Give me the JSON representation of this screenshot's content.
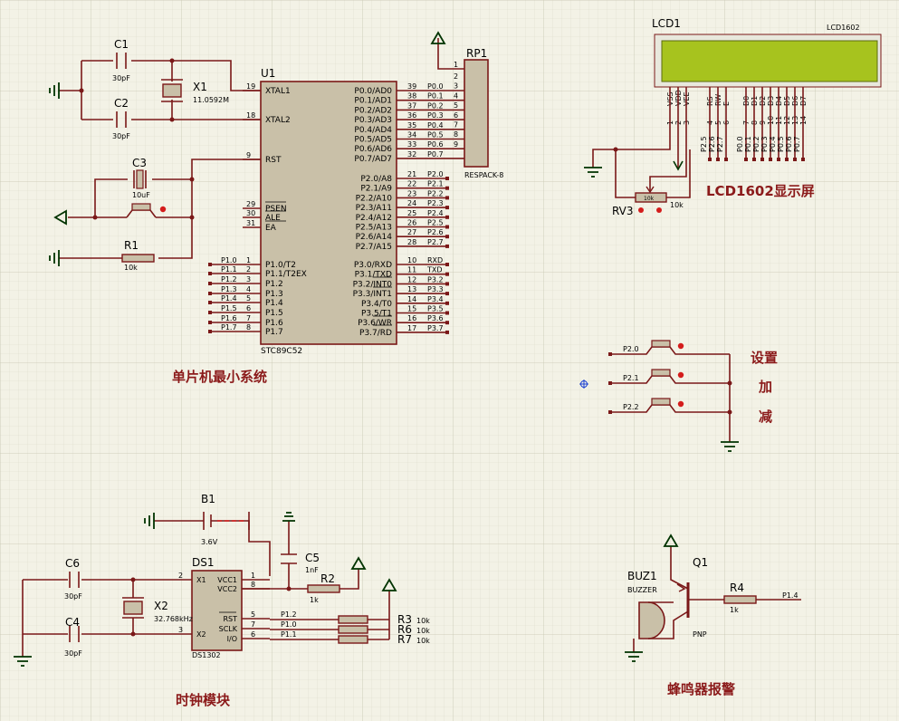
{
  "sections": {
    "mcu_title": "单片机最小系统",
    "clock_title": "时钟模块",
    "buzzer_title": "蜂鸣器报警",
    "lcd_title": "LCD1602显示屏"
  },
  "mcu": {
    "ref": "U1",
    "part": "STC89C52",
    "left_pins": [
      {
        "num": "19",
        "name": "XTAL1"
      },
      {
        "num": "18",
        "name": "XTAL2"
      },
      {
        "num": "9",
        "name": "RST"
      },
      {
        "num": "29",
        "name": "PSEN"
      },
      {
        "num": "30",
        "name": "ALE"
      },
      {
        "num": "31",
        "name": "EA"
      },
      {
        "num": "1",
        "name": "P1.0/T2"
      },
      {
        "num": "2",
        "name": "P1.1/T2EX"
      },
      {
        "num": "3",
        "name": "P1.2"
      },
      {
        "num": "4",
        "name": "P1.3"
      },
      {
        "num": "5",
        "name": "P1.4"
      },
      {
        "num": "6",
        "name": "P1.5"
      },
      {
        "num": "7",
        "name": "P1.6"
      },
      {
        "num": "8",
        "name": "P1.7"
      }
    ],
    "left_nets": [
      "P1.0",
      "P1.1",
      "P1.2",
      "P1.3",
      "P1.4",
      "P1.5",
      "P1.6",
      "P1.7"
    ],
    "right_pins_p0": [
      {
        "num": "39",
        "name": "P0.0/AD0",
        "net": "P0.0"
      },
      {
        "num": "38",
        "name": "P0.1/AD1",
        "net": "P0.1"
      },
      {
        "num": "37",
        "name": "P0.2/AD2",
        "net": "P0.2"
      },
      {
        "num": "36",
        "name": "P0.3/AD3",
        "net": "P0.3"
      },
      {
        "num": "35",
        "name": "P0.4/AD4",
        "net": "P0.4"
      },
      {
        "num": "34",
        "name": "P0.5/AD5",
        "net": "P0.5"
      },
      {
        "num": "33",
        "name": "P0.6/AD6",
        "net": "P0.6"
      },
      {
        "num": "32",
        "name": "P0.7/AD7",
        "net": "P0.7"
      }
    ],
    "right_pins_p2": [
      {
        "num": "21",
        "name": "P2.0/A8",
        "net": "P2.0"
      },
      {
        "num": "22",
        "name": "P2.1/A9",
        "net": "P2.1"
      },
      {
        "num": "23",
        "name": "P2.2/A10",
        "net": "P2.2"
      },
      {
        "num": "24",
        "name": "P2.3/A11",
        "net": "P2.3"
      },
      {
        "num": "25",
        "name": "P2.4/A12",
        "net": "P2.4"
      },
      {
        "num": "26",
        "name": "P2.5/A13",
        "net": "P2.5"
      },
      {
        "num": "27",
        "name": "P2.6/A14",
        "net": "P2.6"
      },
      {
        "num": "28",
        "name": "P2.7/A15",
        "net": "P2.7"
      }
    ],
    "right_pins_p3": [
      {
        "num": "10",
        "name": "P3.0/RXD",
        "net": "RXD"
      },
      {
        "num": "11",
        "name": "P3.1/TXD",
        "net": "TXD"
      },
      {
        "num": "12",
        "name": "P3.2/INT0",
        "net": "P3.2"
      },
      {
        "num": "13",
        "name": "P3.3/INT1",
        "net": "P3.3"
      },
      {
        "num": "14",
        "name": "P3.4/T0",
        "net": "P3.4"
      },
      {
        "num": "15",
        "name": "P3.5/T1",
        "net": "P3.5"
      },
      {
        "num": "16",
        "name": "P3.6/WR",
        "net": "P3.6"
      },
      {
        "num": "17",
        "name": "P3.7/RD",
        "net": "P3.7"
      }
    ]
  },
  "rp1": {
    "ref": "RP1",
    "part": "RESPACK-8",
    "pins": [
      "1",
      "2",
      "3",
      "4",
      "5",
      "6",
      "7",
      "8",
      "9"
    ]
  },
  "c1": {
    "ref": "C1",
    "value": "30pF"
  },
  "c2": {
    "ref": "C2",
    "value": "30pF"
  },
  "c3": {
    "ref": "C3",
    "value": "10uF"
  },
  "x1": {
    "ref": "X1",
    "value": "11.0592M"
  },
  "r1": {
    "ref": "R1",
    "value": "10k"
  },
  "lcd": {
    "ref": "LCD1",
    "part": "LCD1602",
    "pin_names": [
      "VSS",
      "VDD",
      "VEE",
      "RS",
      "RW",
      "E",
      "D0",
      "D1",
      "D2",
      "D3",
      "D4",
      "D5",
      "D6",
      "D7"
    ],
    "pin_nums": [
      "1",
      "2",
      "3",
      "4",
      "5",
      "6",
      "7",
      "8",
      "9",
      "10",
      "11",
      "12",
      "13",
      "14"
    ],
    "nets": [
      "P2.5",
      "P2.6",
      "P2.7",
      "P0.0",
      "P0.1",
      "P0.2",
      "P0.3",
      "P0.4",
      "P0.5",
      "P0.6",
      "P0.7"
    ]
  },
  "rv3": {
    "ref": "RV3",
    "value": "10k",
    "body": "10k"
  },
  "buttons": {
    "nets": [
      "P2.0",
      "P2.1",
      "P2.2"
    ],
    "labels": [
      "设置",
      "加",
      "减"
    ]
  },
  "b1": {
    "ref": "B1",
    "value": "3.6V"
  },
  "c5": {
    "ref": "C5",
    "value": "1nF"
  },
  "r2": {
    "ref": "R2",
    "value": "1k"
  },
  "c6": {
    "ref": "C6",
    "value": "30pF"
  },
  "c4": {
    "ref": "C4",
    "value": "30pF"
  },
  "x2": {
    "ref": "X2",
    "value": "32.768kHz"
  },
  "ds1": {
    "ref": "DS1",
    "part": "DS1302",
    "pins": [
      {
        "num": "2",
        "name": "X1"
      },
      {
        "num": "3",
        "name": "X2"
      },
      {
        "num": "1",
        "name": "VCC1"
      },
      {
        "num": "8",
        "name": "VCC2"
      },
      {
        "num": "5",
        "name": "RST"
      },
      {
        "num": "7",
        "name": "SCLK"
      },
      {
        "num": "6",
        "name": "I/O"
      }
    ],
    "nets": [
      "P1.2",
      "P1.0",
      "P1.1"
    ]
  },
  "r3": {
    "ref": "R3",
    "value": "10k"
  },
  "r6": {
    "ref": "R6",
    "value": "10k"
  },
  "r7": {
    "ref": "R7",
    "value": "10k"
  },
  "buz1": {
    "ref": "BUZ1",
    "part": "BUZZER"
  },
  "q1": {
    "ref": "Q1",
    "part": "PNP"
  },
  "r4": {
    "ref": "R4",
    "value": "1k",
    "net": "P1.4"
  },
  "colors": {
    "wire": "#7a1818",
    "title": "#8b1a1a",
    "body": "#c9c0a8",
    "lcd_screen": "#a7c31e",
    "ground": "#003300",
    "background": "#f3f2e6"
  }
}
